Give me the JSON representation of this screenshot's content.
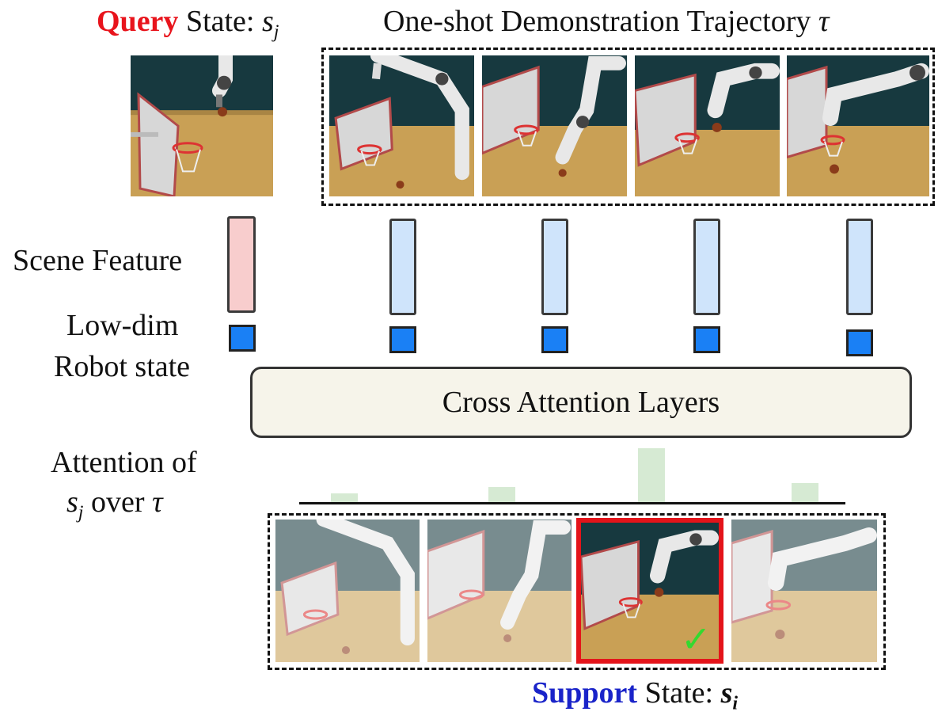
{
  "titles": {
    "query_word": "Query",
    "query_rest": " State: ",
    "query_symbol": "s",
    "query_sub": "j",
    "demo_text": "One-shot Demonstration Trajectory ",
    "demo_symbol": "τ",
    "support_word": "Support",
    "support_rest": " State: ",
    "support_symbol": "s",
    "support_sub": "i"
  },
  "labels": {
    "scene_feature": "Scene Feature",
    "lowdim_line1": "Low-dim",
    "lowdim_line2": "Robot state",
    "cross_attention": "Cross Attention Layers",
    "attention_line1": "Attention of",
    "attention_symbol": "s",
    "attention_sub": "j",
    "attention_over": " over ",
    "attention_tau": "τ",
    "check_mark": "✓"
  },
  "colors": {
    "query_red": "#e8141c",
    "support_blue": "#1a24c9",
    "query_feature": "#f8cdcd",
    "demo_feature": "#cfe4fb",
    "robot_state": "#1a80f5",
    "attention_bar": "#d6ead3",
    "selected_border": "#e4141a",
    "check_green": "#34d92f"
  },
  "attention_weights": [
    0.16,
    0.28,
    1.0,
    0.36
  ],
  "selected_frame_index": 2
}
